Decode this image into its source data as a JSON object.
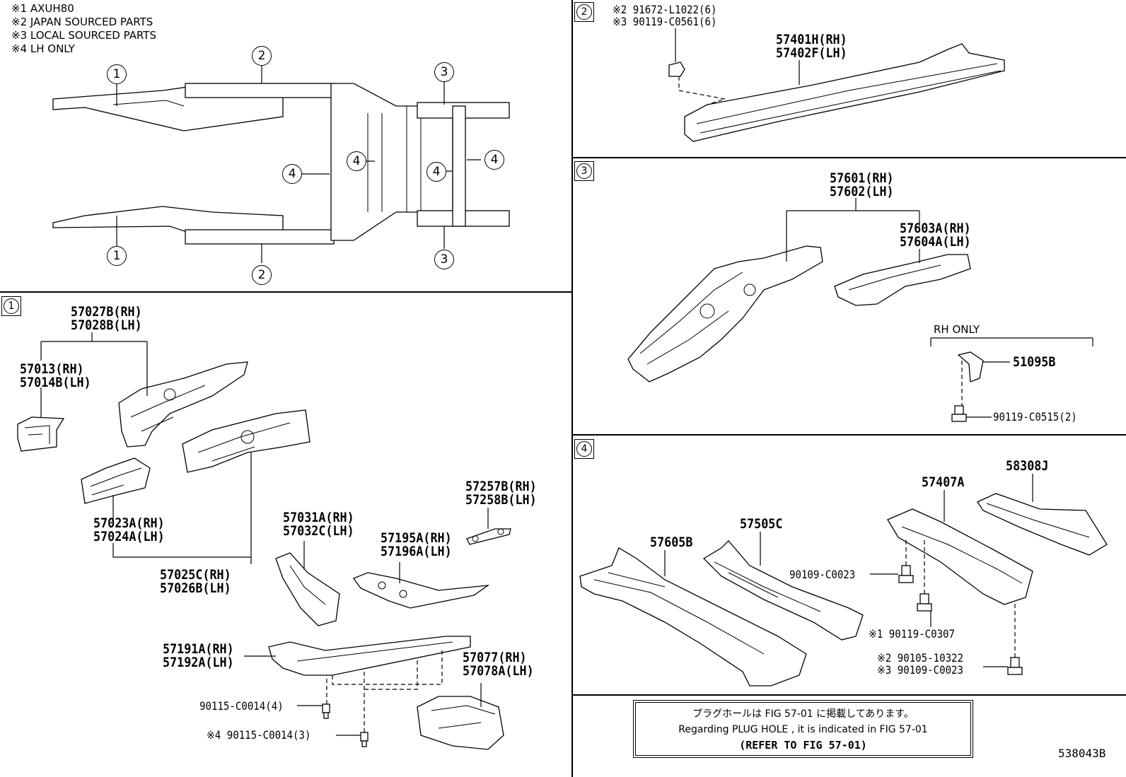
{
  "notes": [
    "※1 AXUH80",
    "※2 JAPAN SOURCED PARTS",
    "※3 LOCAL SOURCED PARTS",
    "※4 LH ONLY"
  ],
  "overview_callouts": {
    "c1": "1",
    "c2": "2",
    "c3": "3",
    "c4": "4"
  },
  "sections": {
    "s1": {
      "badge": "1",
      "parts": {
        "p57027": "57027B(RH)\n57028B(LH)",
        "p57013": "57013(RH)\n57014B(LH)",
        "p57023": "57023A(RH)\n57024A(LH)",
        "p57025": "57025C(RH)\n57026B(LH)",
        "p57031": "57031A(RH)\n57032C(LH)",
        "p57257": "57257B(RH)\n57258B(LH)",
        "p57195": "57195A(RH)\n57196A(LH)",
        "p57191": "57191A(RH)\n57192A(LH)",
        "p57077": "57077(RH)\n57078A(LH)",
        "b1": "90115-C0014(4)",
        "b2": "※4 90115-C0014(3)"
      }
    },
    "s2": {
      "badge": "2",
      "parts": {
        "bolt": "※2 91672-L1022(6)\n※3 90119-C0561(6)",
        "p57401": "57401H(RH)\n57402F(LH)"
      }
    },
    "s3": {
      "badge": "3",
      "parts": {
        "p57601": "57601(RH)\n57602(LH)",
        "p57603": "57603A(RH)\n57604A(LH)",
        "rh_only": "RH ONLY",
        "p51095": "51095B",
        "b1": "90119-C0515(2)"
      }
    },
    "s4": {
      "badge": "4",
      "parts": {
        "p57605": "57605B",
        "p57505": "57505C",
        "p57407": "57407A",
        "p58308": "58308J",
        "b1": "90109-C0023",
        "b2": "※1 90119-C0307",
        "b3": "※2 90105-10322\n※3 90109-C0023"
      }
    }
  },
  "reference_box": {
    "line1": "プラグホールは FIG 57-01 に掲載してあります。",
    "line2": "Regarding  PLUG  HOLE , it is indicated in FIG  57-01",
    "line3": "(REFER TO FIG 57-01)"
  },
  "illustration_number": "538043B"
}
